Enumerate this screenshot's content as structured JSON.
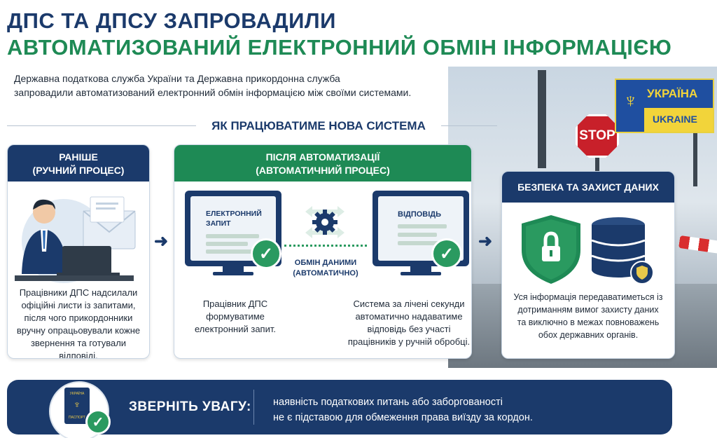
{
  "header": {
    "title_line1": "ДПС ТА ДПСУ ЗАПРОВАДИЛИ",
    "title_line2": "АВТОМАТИЗОВАНИЙ ЕЛЕКТРОННИЙ ОБМІН ІНФОРМАЦІЄЮ",
    "intro_line1": "Державна податкова служба України та Державна прикордонна служба",
    "intro_line2": "запровадили автоматизований електронний обмін інформацією між своїми системами."
  },
  "section_title": "ЯК ПРАЦЮВАТИМЕ НОВА СИСТЕМА",
  "before": {
    "title": "РАНІШЕ",
    "subtitle": "(РУЧНИЙ ПРОЦЕС)",
    "text": "Працівники ДПС надсилали офіційні листи із запитами, після чого прикордонники вручну опрацьовували кожне звернення та готували відповіді."
  },
  "after": {
    "title": "ПІСЛЯ АВТОМАТИЗАЦІЇ",
    "subtitle": "(АВТОМАТИЧНИЙ ПРОЦЕС)",
    "request_label": "ЕЛЕКТРОННИЙ ЗАПИТ",
    "response_label": "ВІДПОВІДЬ",
    "exchange_label": "ОБМІН ДАНИМИ (АВТОМАТИЧНО)",
    "request_text": "Працівник ДПС формуватиме електронний запит.",
    "response_text": "Система за лічені секунди автоматично надаватиме відповідь без участі працівників у ручній обробці."
  },
  "security": {
    "title": "БЕЗПЕКА ТА ЗАХИСТ ДАНИХ",
    "text": "Уся інформація передаватиметься із дотриманням вимог захисту даних та виключно в межах повноважень обох державних органів."
  },
  "scene": {
    "stop_sign": "STOP",
    "sign_ua": "УКРАЇНА",
    "sign_en": "UKRAINE"
  },
  "notice": {
    "label": "ЗВЕРНІТЬ УВАГУ:",
    "line1": "наявність податкових питань або заборгованості",
    "line2": "не є підставою для обмеження права виїзду за кордон.",
    "passport_top": "УКРАЇНА",
    "passport_bottom": "ПАСПОРТ"
  },
  "colors": {
    "navy": "#1b3a6b",
    "green": "#1e8a55",
    "check_green": "#2a9a60"
  }
}
